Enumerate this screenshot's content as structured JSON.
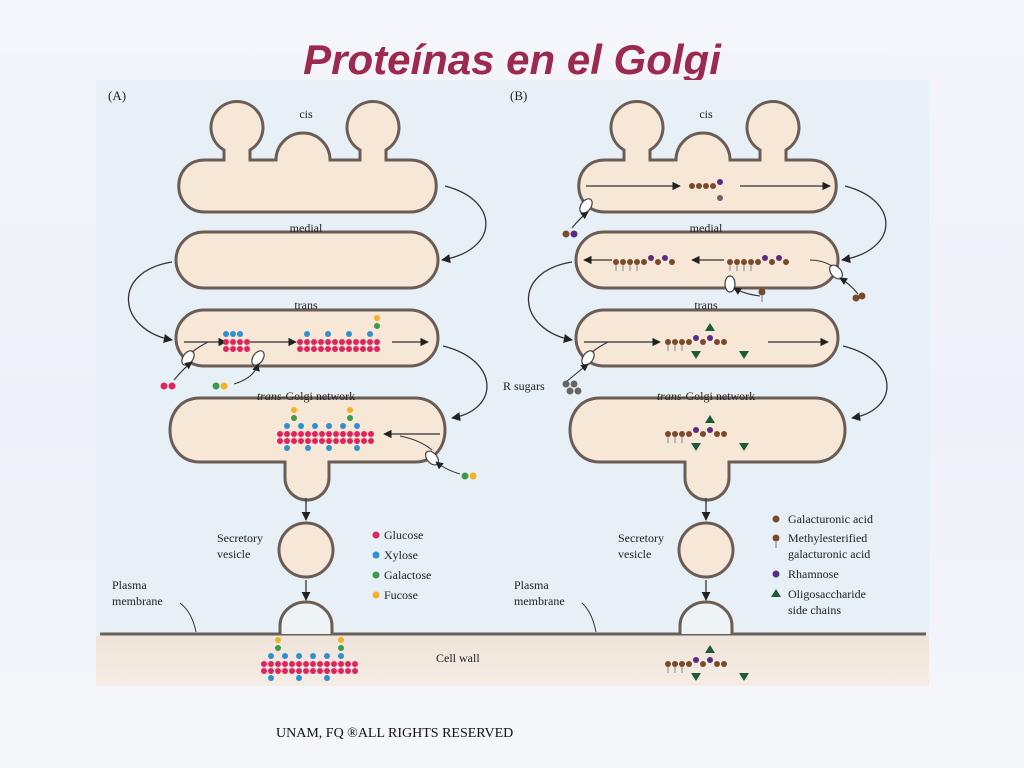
{
  "slide": {
    "title": "Proteínas en el Golgi",
    "footer": "UNAM, FQ ®ALL RIGHTS RESERVED"
  },
  "panels": {
    "a": {
      "label": "(A)",
      "cis": "cis",
      "medial": "medial",
      "trans": "trans",
      "tgn_italic": "trans",
      "tgn_rest": "-Golgi network",
      "secretory_line1": "Secretory",
      "secretory_line2": "vesicle",
      "plasma_line1": "Plasma",
      "plasma_line2": "membrane",
      "cell_wall": "Cell wall"
    },
    "b": {
      "label": "(B)",
      "cis": "cis",
      "medial": "medial",
      "trans": "trans",
      "tgn_italic": "trans",
      "tgn_rest": "-Golgi network",
      "secretory_line1": "Secretory",
      "secretory_line2": "vesicle",
      "plasma_line1": "Plasma",
      "plasma_line2": "membrane",
      "r_sugars": "R sugars"
    }
  },
  "legend_a": {
    "glucose": "Glucose",
    "xylose": "Xylose",
    "galactose": "Galactose",
    "fucose": "Fucose"
  },
  "legend_b": {
    "galacturonic": "Galacturonic acid",
    "methyl_line1": "Methylesterified",
    "methyl_line2": "galacturonic acid",
    "rhamnose": "Rhamnose",
    "oligo_line1": "Oligosaccharide",
    "oligo_line2": "side chains"
  },
  "colors": {
    "glucose": "#e0245e",
    "xylose": "#2f8fd0",
    "galactose": "#3a9a48",
    "fucose": "#f2b126",
    "galacturonic": "#7a4a2c",
    "rhamnose": "#5c2a7e",
    "oligo": "#1e5b38",
    "cisterna_fill": "#f7e7d7",
    "cisterna_stroke": "#6b5d55",
    "panel_bg": "#e7f0f7",
    "title": "#9b2a4e"
  }
}
